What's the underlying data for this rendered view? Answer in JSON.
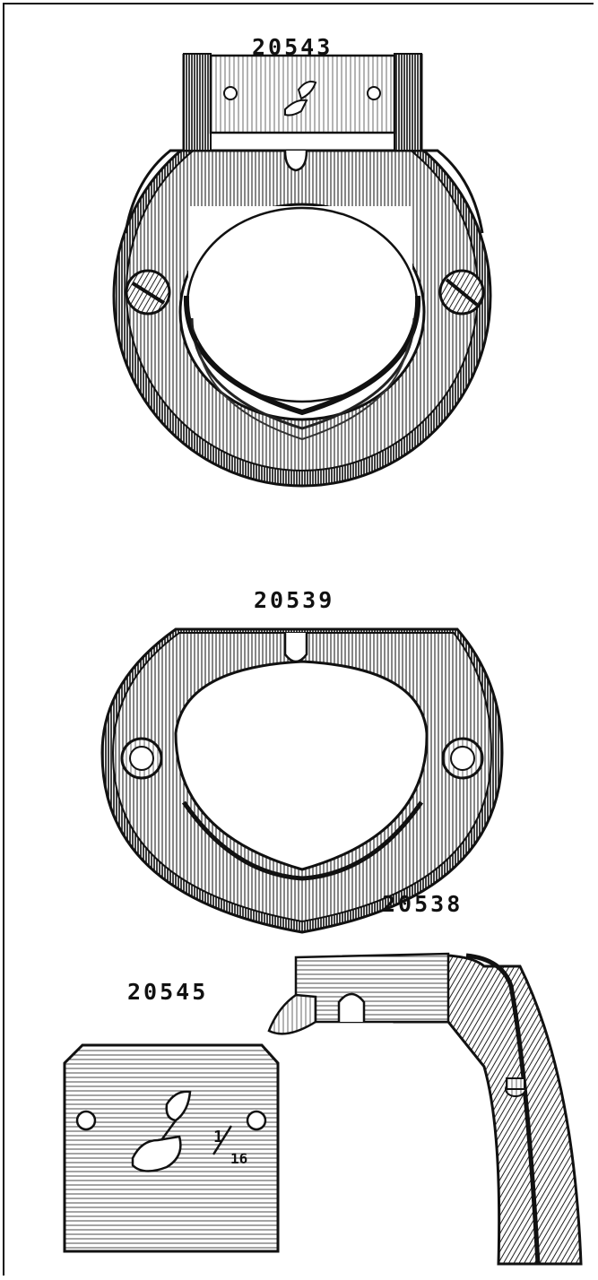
{
  "parts": [
    {
      "number": "20543"
    },
    {
      "number": "20539"
    },
    {
      "number": "20538"
    },
    {
      "number": "20545",
      "gauge": {
        "numerator": "1",
        "denominator": "16"
      }
    }
  ]
}
